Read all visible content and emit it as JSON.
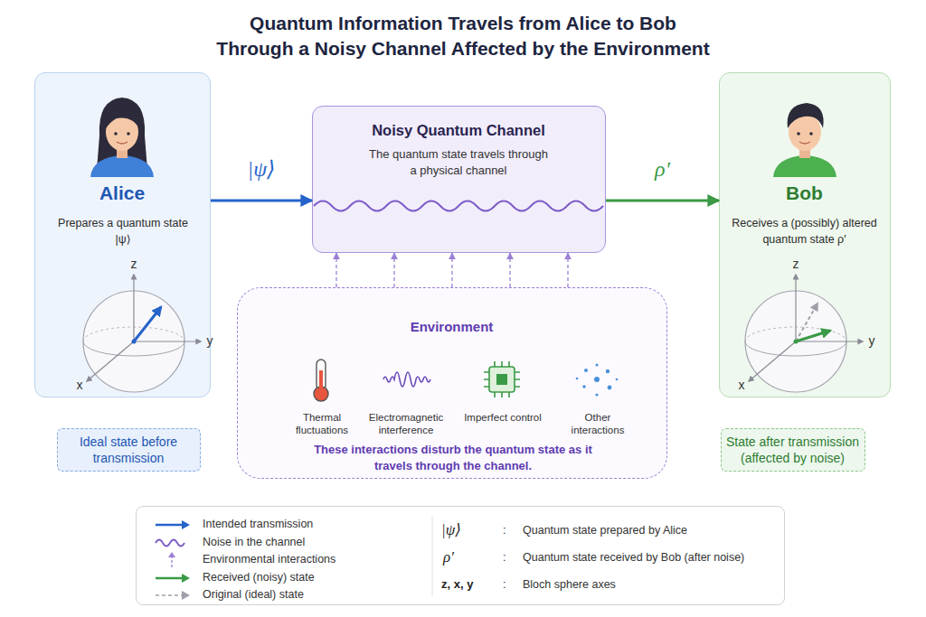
{
  "diagram": {
    "title": "Quantum Information Travels from Alice to Bob Through a Noisy Channel Affected by the Environment",
    "nodes": [
      {
        "text": [
          "Alice",
          "Prepares a quantum state |ψ⟩"
        ]
      },
      {
        "text": [
          "Ideal state before transmission"
        ]
      },
      {
        "text": [
          "Noisy Quantum Channel",
          "The quantum state travels through a physical channel"
        ]
      },
      {
        "text": [
          "Environment",
          "Thermal fluctuations",
          "Electromagnetic interference",
          "Imperfect control",
          "Other interactions",
          "These interactions disturb the quantum state as it travels through the channel."
        ]
      },
      {
        "text": [
          "Bob",
          "Receives a (possibly) altered quantum state ρ′"
        ]
      },
      {
        "text": [
          "State after transmission (affected by noise)"
        ]
      }
    ],
    "edges": [
      {
        "from": 0,
        "to": 2,
        "label": "|ψ⟩",
        "arrow": "to"
      },
      {
        "from": 2,
        "to": 4,
        "label": "ρ′",
        "arrow": "to"
      },
      {
        "from": 3,
        "to": 2,
        "arrow": "to"
      },
      {
        "from": 3,
        "to": 2,
        "arrow": "to"
      },
      {
        "from": 3,
        "to": 2,
        "arrow": "to"
      },
      {
        "from": 3,
        "to": 2,
        "arrow": "to"
      },
      {
        "from": 3,
        "to": 2,
        "arrow": "to"
      }
    ],
    "labels": [
      "z",
      "y",
      "x",
      "z",
      "y",
      "x",
      "|ψ⟩",
      ":",
      "Quantum state prepared by Alice",
      "ρ′",
      ":",
      "Quantum state received by Bob (after noise)",
      "z, x, y",
      ":",
      "Bloch sphere axes"
    ],
    "legend": [
      {
        "text": "Intended transmission"
      },
      {
        "text": "Noise in the channel"
      },
      {
        "text": "Environmental interactions"
      },
      {
        "text": "Received (noisy) state"
      },
      {
        "text": "Original (ideal) state"
      }
    ]
  }
}
